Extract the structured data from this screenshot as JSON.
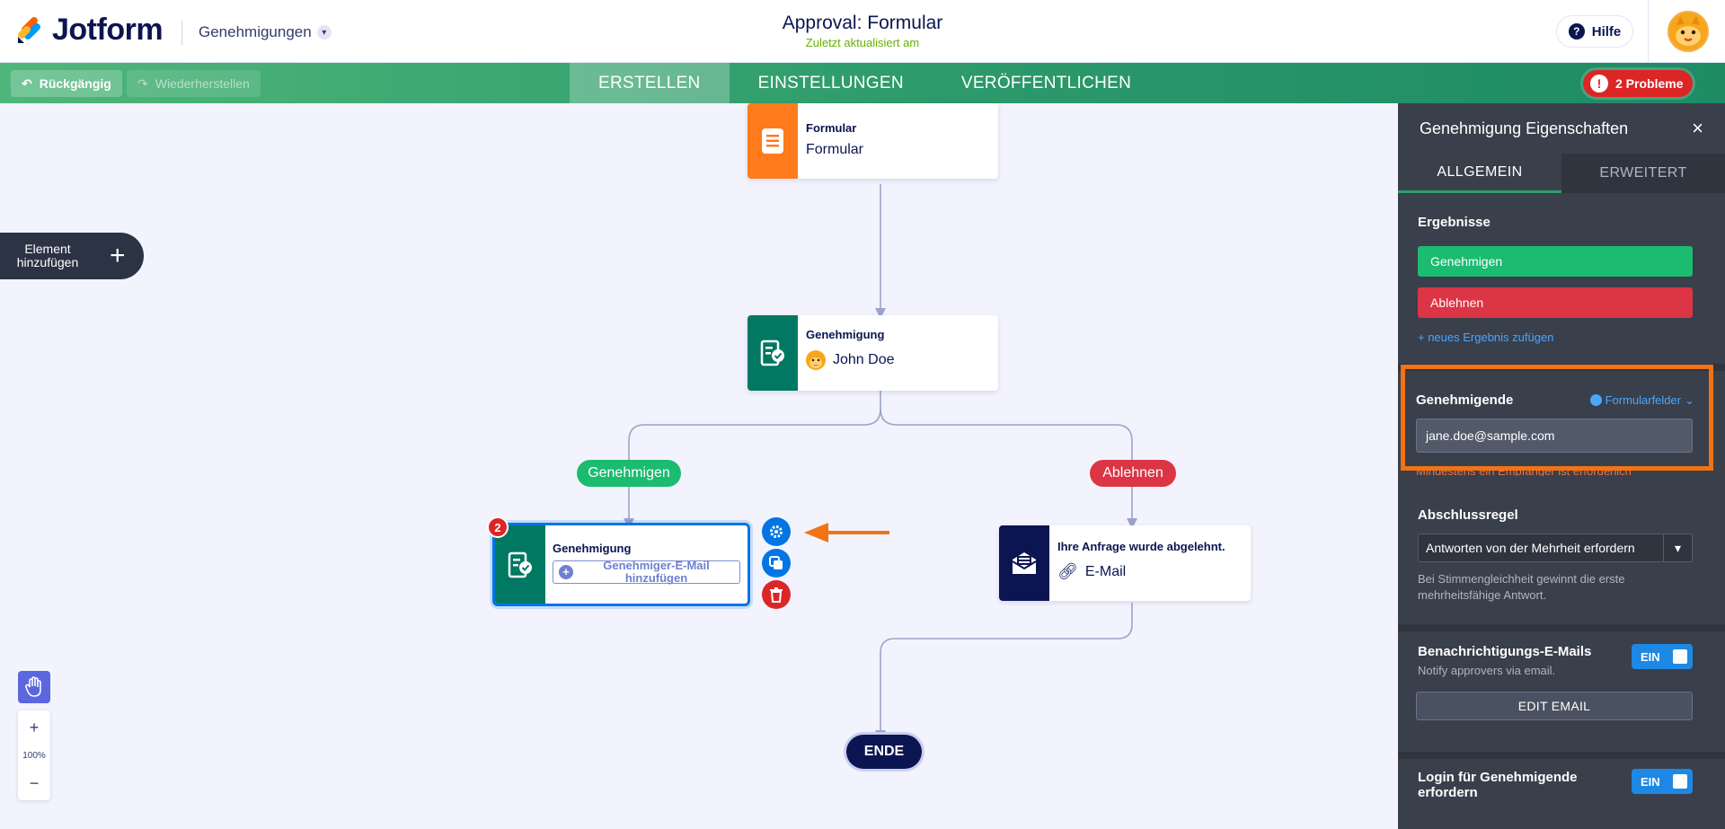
{
  "header": {
    "logo_text": "Jotform",
    "app_switch_label": "Genehmigungen",
    "title": "Approval: Formular",
    "subtitle": "Zuletzt aktualisiert am",
    "help_label": "Hilfe"
  },
  "toolbar": {
    "undo_label": "Rückgängig",
    "redo_label": "Wiederherstellen",
    "tabs": [
      "ERSTELLEN",
      "EINSTELLUNGEN",
      "VERÖFFENTLICHEN"
    ],
    "active_tab": "ERSTELLEN",
    "issues_label": "2 Probleme"
  },
  "canvas": {
    "add_element_label": "Element hinzufügen",
    "nodes": {
      "form": {
        "type": "Formular",
        "value": "Formular"
      },
      "approval1": {
        "type": "Genehmigung",
        "value": "John Doe"
      },
      "approval2": {
        "type": "Genehmigung",
        "add_label": "Genehmiger-E-Mail hinzufügen",
        "issue_count": "2"
      },
      "email": {
        "type": "Ihre Anfrage wurde abgelehnt.",
        "value": "E-Mail"
      }
    },
    "branches": {
      "approve": "Genehmigen",
      "reject": "Ablehnen"
    },
    "end_label": "ENDE",
    "zoom": {
      "level": "100%",
      "plus": "+",
      "minus": "−"
    }
  },
  "panel": {
    "title": "Genehmigung Eigenschaften",
    "tabs": [
      "ALLGEMEIN",
      "ERWEITERT"
    ],
    "active_tab": "ALLGEMEIN",
    "results": {
      "title": "Ergebnisse",
      "items": [
        "Genehmigen",
        "Ablehnen"
      ],
      "add_link": "+ neues Ergebnis zufügen"
    },
    "approvers": {
      "title": "Genehmigende",
      "form_fields_label": "Formularfelder",
      "input_value": "jane.doe@sample.com",
      "error_text": "Mindestens ein Empfänger ist erforderlich"
    },
    "completion_rule": {
      "title": "Abschlussregel",
      "selected": "Antworten von der Mehrheit erfordern",
      "hint": "Bei Stimmengleichheit gewinnt die erste mehrheitsfähige Antwort."
    },
    "notifications": {
      "title": "Benachrichtigungs-E-Mails",
      "hint": "Notify approvers via email.",
      "toggle": "EIN",
      "edit_button": "EDIT EMAIL"
    },
    "login": {
      "title": "Login für Genehmigende erfordern",
      "toggle": "EIN"
    }
  },
  "colors": {
    "approve": "#1bbc6f",
    "reject": "#dc3545",
    "form_node": "#ff7b1c",
    "approval_node": "#007862",
    "email_node": "#0a1551",
    "highlight": "#f27313",
    "arrow": "#f27313"
  }
}
